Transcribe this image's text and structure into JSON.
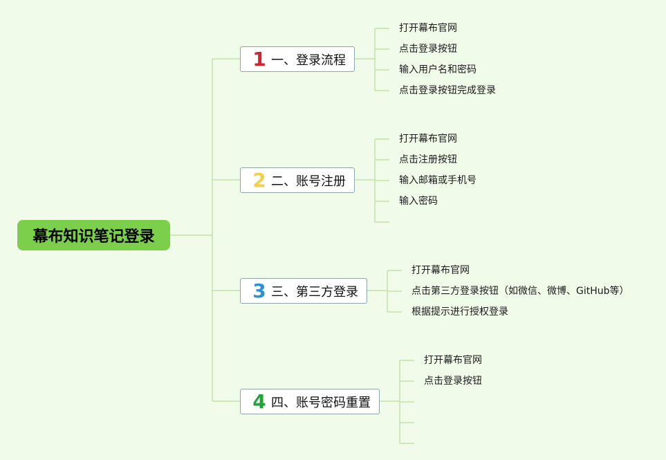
{
  "colors": {
    "background": "#f1fbea",
    "connector": "#bfe3a6",
    "root_fill": "#7ccf4a",
    "node_border": "#8aa8a8",
    "node_fill": "#ffffff"
  },
  "root": {
    "label": "幕布知识笔记登录"
  },
  "branches": [
    {
      "number": "1",
      "number_color": "#d3232f",
      "label": "一、登录流程",
      "items": [
        "打开幕布官网",
        "点击登录按钮",
        "输入用户名和密码",
        "点击登录按钮完成登录"
      ]
    },
    {
      "number": "2",
      "number_color": "#f2d04a",
      "label": "二、账号注册",
      "items": [
        "打开幕布官网",
        "点击注册按钮",
        "输入邮箱或手机号",
        "输入密码",
        ""
      ]
    },
    {
      "number": "3",
      "number_color": "#2a93d5",
      "label": "三、第三方登录",
      "items": [
        "打开幕布官网",
        "点击第三方登录按钮（如微信、微博、GitHub等）",
        "根据提示进行授权登录"
      ]
    },
    {
      "number": "4",
      "number_color": "#22a33a",
      "label": "四、账号密码重置",
      "items": [
        "打开幕布官网",
        "点击登录按钮",
        "",
        "",
        ""
      ]
    }
  ]
}
